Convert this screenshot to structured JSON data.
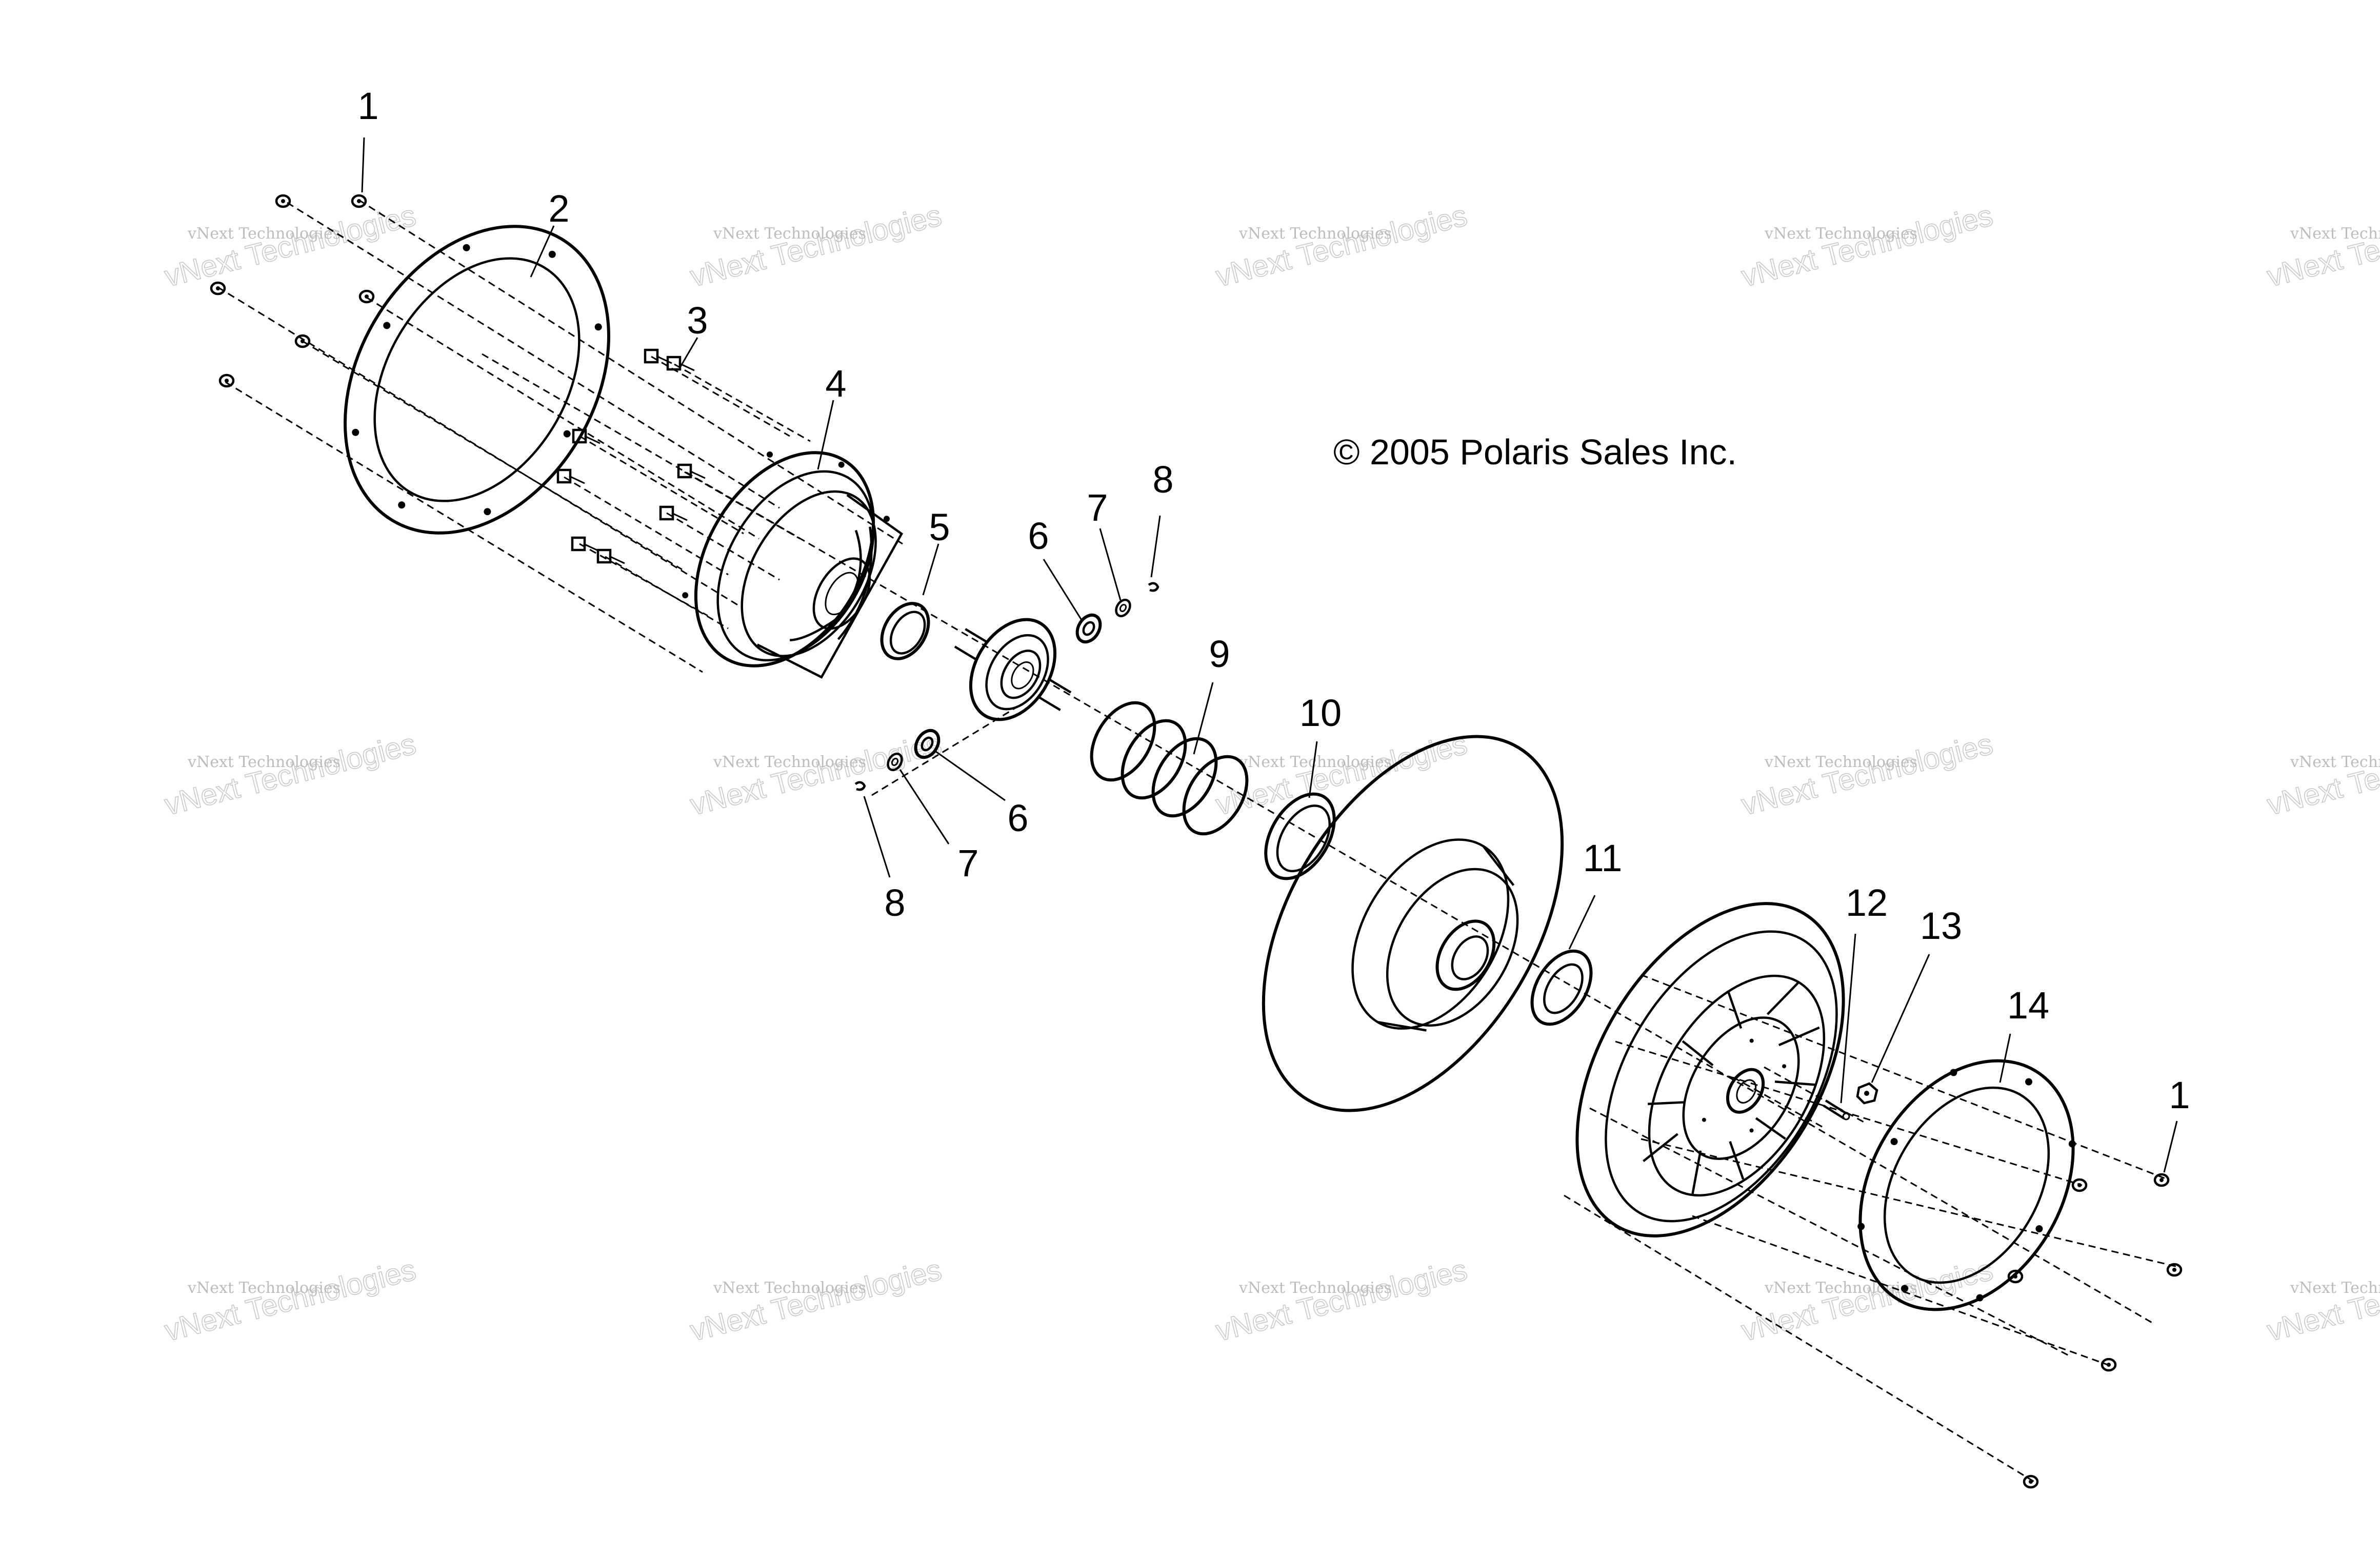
{
  "copyright": "© 2005 Polaris Sales Inc.",
  "watermark": {
    "line1": "vNext Technologies",
    "line2": "vNext Technologies"
  },
  "callouts": {
    "c1_top": "1",
    "c2": "2",
    "c3": "3",
    "c4": "4",
    "c5": "5",
    "c6_upper": "6",
    "c7_upper": "7",
    "c8_upper": "8",
    "c9": "9",
    "c10": "10",
    "c6_lower": "6",
    "c7_lower": "7",
    "c8_lower": "8",
    "c11": "11",
    "c12": "12",
    "c13": "13",
    "c14": "14",
    "c1_bottom": "1"
  },
  "colors": {
    "ink": "#000000",
    "background": "#ffffff",
    "watermark": "#c0c0c0"
  }
}
